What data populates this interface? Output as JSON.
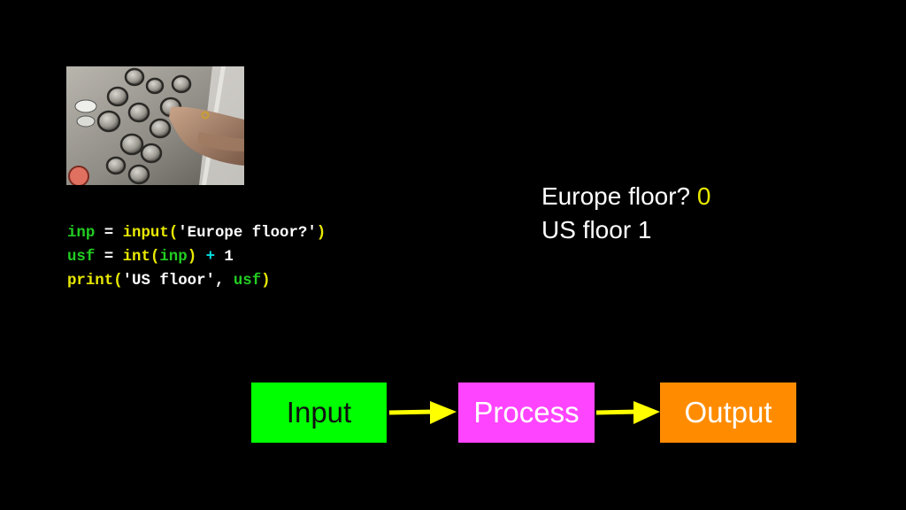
{
  "image": {
    "alt": "Hand pressing elevator buttons",
    "icon": "elevator-buttons-photo"
  },
  "code": {
    "lines": [
      [
        {
          "text": "inp",
          "role": "var"
        },
        {
          "text": " = ",
          "role": "plain"
        },
        {
          "text": "input",
          "role": "func"
        },
        {
          "text": "(",
          "role": "paren"
        },
        {
          "text": "'Europe floor?'",
          "role": "string"
        },
        {
          "text": ")",
          "role": "paren"
        }
      ],
      [
        {
          "text": "usf",
          "role": "var"
        },
        {
          "text": " = ",
          "role": "plain"
        },
        {
          "text": "int",
          "role": "func"
        },
        {
          "text": "(",
          "role": "paren"
        },
        {
          "text": "inp",
          "role": "var"
        },
        {
          "text": ")",
          "role": "paren"
        },
        {
          "text": " ",
          "role": "plain"
        },
        {
          "text": "+",
          "role": "operator"
        },
        {
          "text": " 1",
          "role": "plain"
        }
      ],
      [
        {
          "text": "print",
          "role": "func"
        },
        {
          "text": "(",
          "role": "paren"
        },
        {
          "text": "'US floor', ",
          "role": "string"
        },
        {
          "text": "usf",
          "role": "var"
        },
        {
          "text": ")",
          "role": "paren"
        }
      ]
    ]
  },
  "console": {
    "prompt": "Europe floor? ",
    "user_input": "0",
    "result_line": "US floor 1"
  },
  "diagram": {
    "input_label": "Input",
    "process_label": "Process",
    "output_label": "Output",
    "arrow_icon": "arrow-right-icon"
  },
  "colors": {
    "background": "#000000",
    "var": "#22cc22",
    "func": "#e8e800",
    "paren": "#e8e800",
    "string": "#ffffff",
    "plain": "#ffffff",
    "operator": "#00e0e0",
    "user_input": "#e8e800",
    "input_box": "#00ff00",
    "process_box": "#ff44ff",
    "output_box": "#ff8c00",
    "box_text_dark": "#111111",
    "box_text_light": "#ffffff",
    "arrow": "#ffff00"
  }
}
